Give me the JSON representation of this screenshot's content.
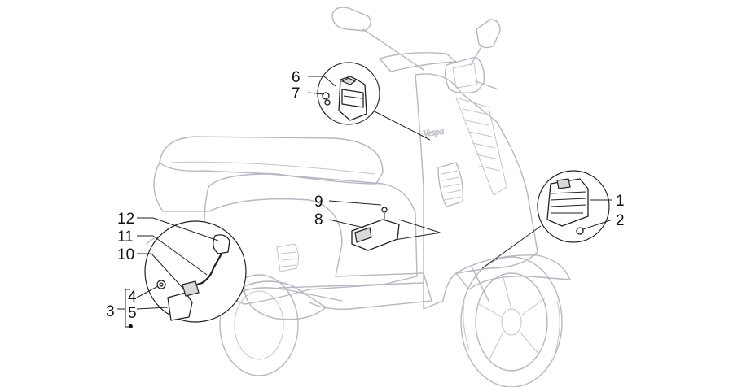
{
  "diagram": {
    "part_numbers": {
      "p1": "1",
      "p2": "2",
      "p3": "3",
      "p4": "4",
      "p5": "5",
      "p6": "6",
      "p7": "7",
      "p8": "8",
      "p9": "9",
      "p10": "10",
      "p11": "11",
      "p12": "12"
    },
    "bracket_bullet": "•",
    "badge_text": "Vespa",
    "colors": {
      "ghost_outline": "#b7b7c2",
      "part_line": "#222222",
      "background": "#ffffff"
    }
  }
}
